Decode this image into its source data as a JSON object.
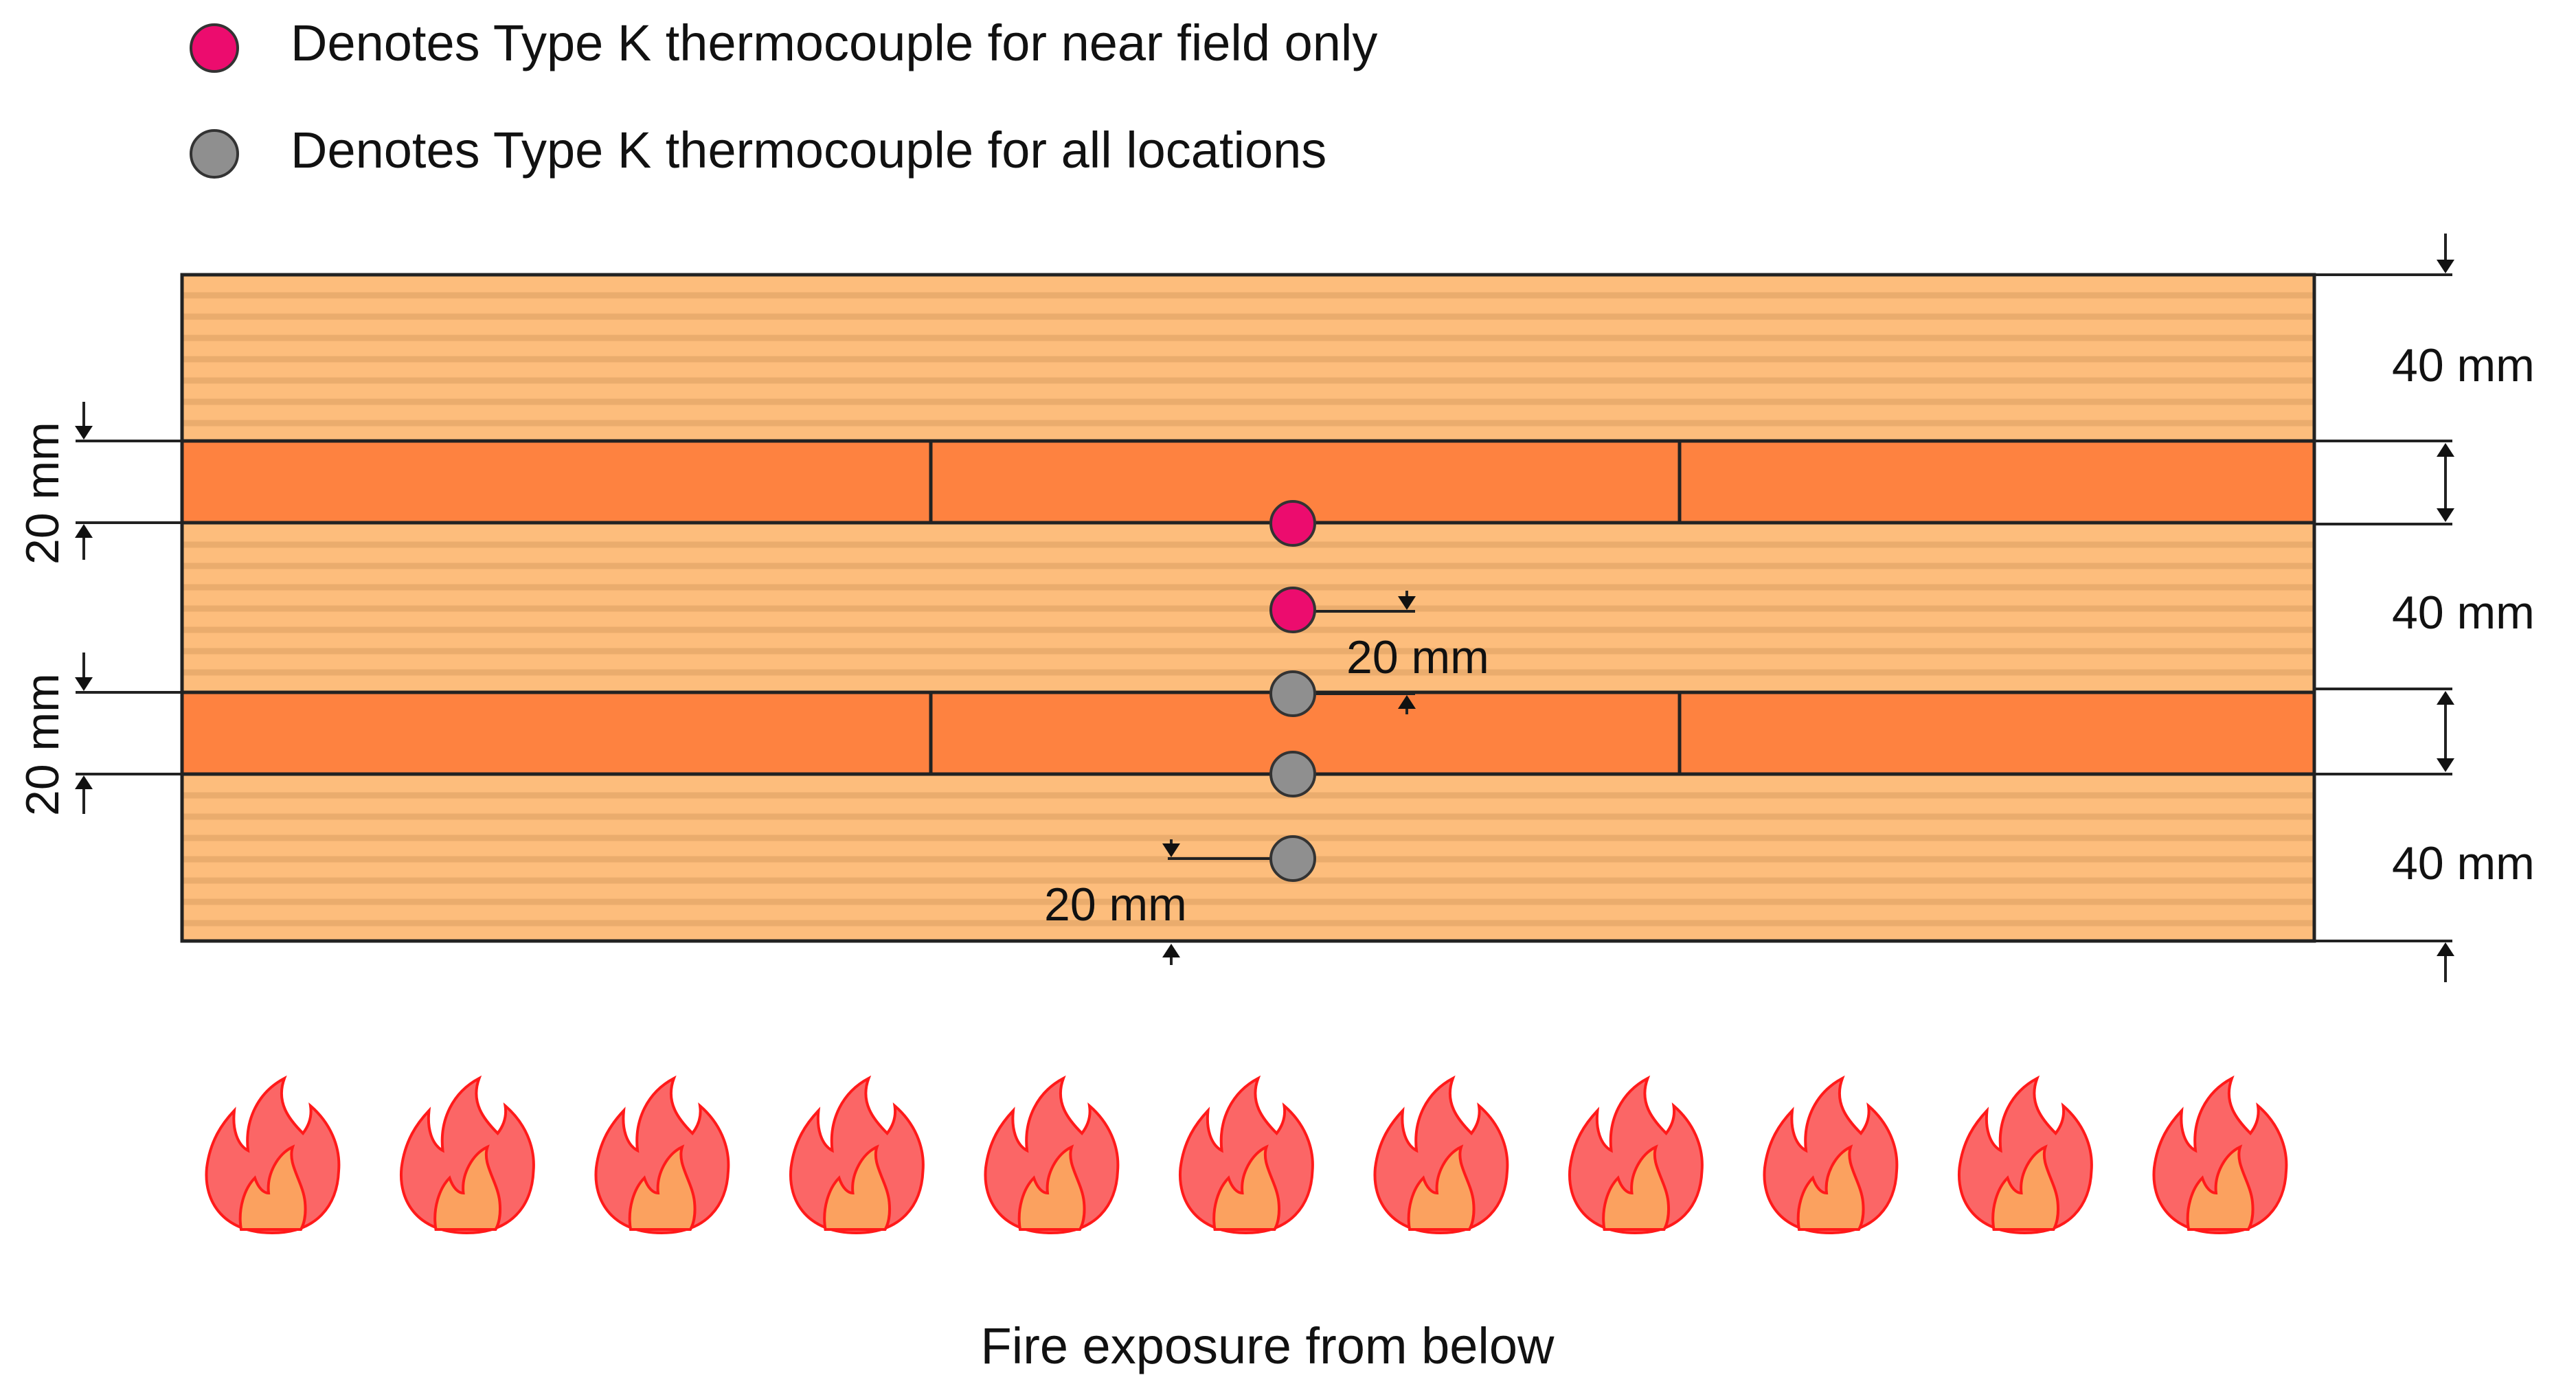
{
  "legend": {
    "items": [
      {
        "label": "Denotes Type K thermocouple for near field only",
        "color": "#ec0c6e"
      },
      {
        "label": "Denotes Type K thermocouple for all locations",
        "color": "#8f8f8f"
      }
    ]
  },
  "dimensions": {
    "right": [
      "40 mm",
      "40 mm",
      "40 mm"
    ],
    "left": [
      "20 mm",
      "20 mm"
    ],
    "thermocouple_spacing_upper": "20 mm",
    "thermocouple_spacing_lower": "20 mm"
  },
  "caption": "Fire exposure from below",
  "colors": {
    "wood_lamella": "#fdbd7c",
    "wood_grain": "#e6a86a",
    "glue_layer": "#fe8240",
    "flame_outer": "#fb6666",
    "flame_inner": "#fba15f",
    "flame_stroke": "#ff1a1a",
    "near_field_tc": "#ec0c6e",
    "all_locations_tc": "#8f8f8f",
    "outline": "#222222"
  },
  "icons": {
    "flame": "flame-icon",
    "flame_count": 11
  }
}
